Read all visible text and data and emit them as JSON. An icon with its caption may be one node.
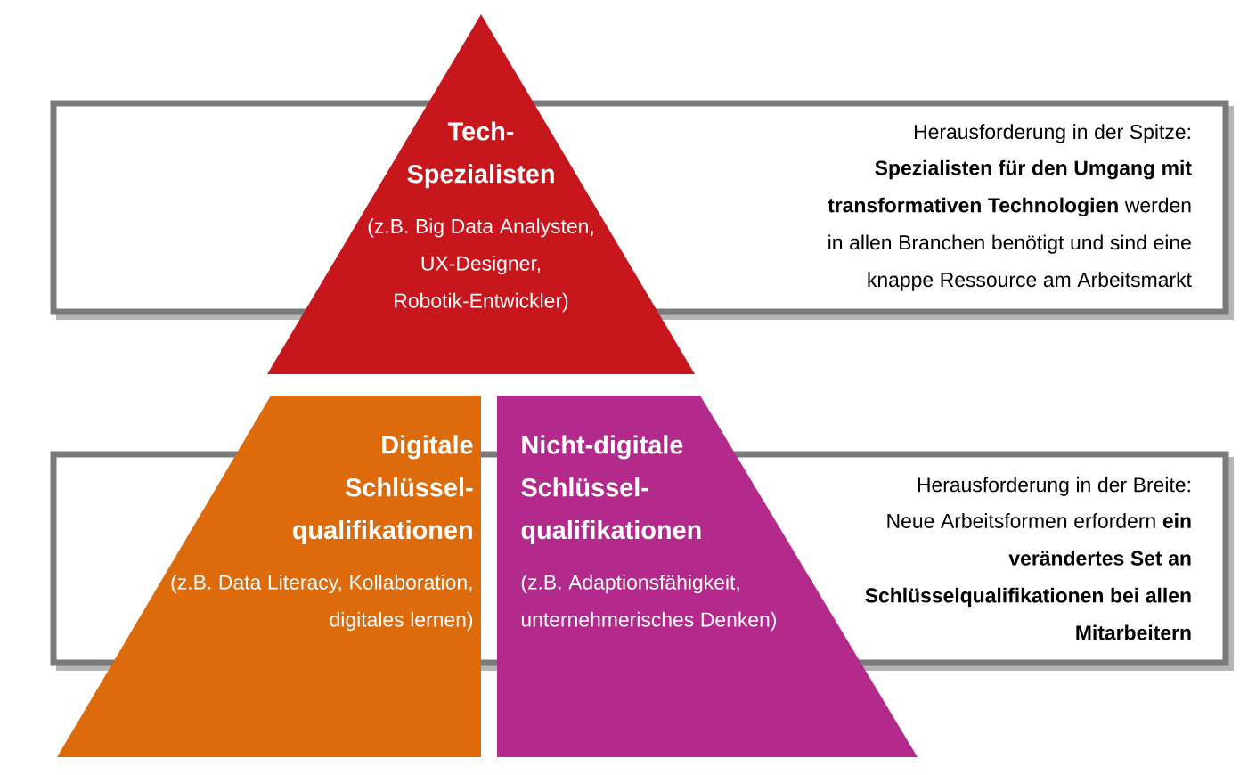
{
  "diagram": {
    "nodes": [
      {
        "text": [
          "Herausforderung in der Spitze:",
          "**Spezialisten für den Umgang mit transformativen Technologien** werden in allen Branchen benötigt und sind eine knappe Ressource am Arbeitsmarkt"
        ]
      },
      {
        "text": [
          "Tech-Spezialisten",
          "(z.B. Big Data Analysten, UX-Designer, Robotik-Entwickler)"
        ]
      },
      {
        "text": [
          "Herausforderung in der Breite:",
          "Neue Arbeitsformen erfordern **ein verändertes Set an Schlüsselqualifikationen bei allen Mitarbeitern**"
        ]
      },
      {
        "text": [
          "Digitale Schlüssel-qualifikationen",
          "(z.B. Data Literacy, Kollaboration, digitales lernen)"
        ]
      },
      {
        "text": [
          "Nicht-digitale Schlüssel-qualifikationen",
          "(z.B. Adaptionsfähigkeit, unternehmerisches Denken)"
        ]
      }
    ]
  }
}
